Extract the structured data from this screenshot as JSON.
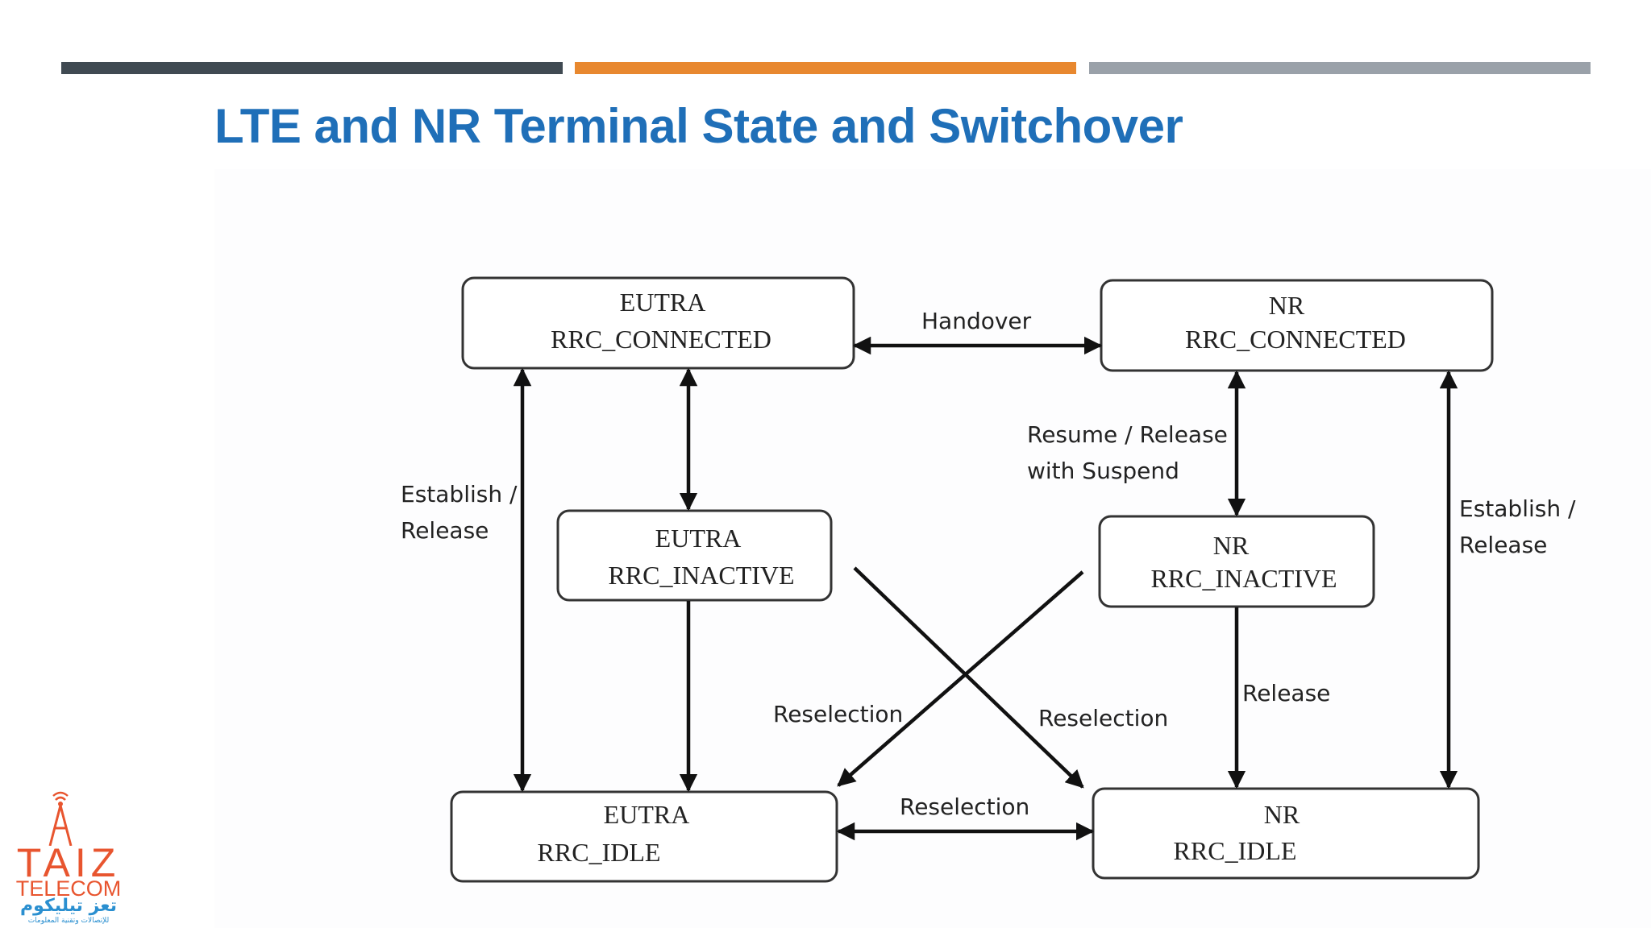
{
  "slide": {
    "title": "LTE and NR Terminal State and Switchover",
    "accent_colors": [
      "#404a52",
      "#e8882f",
      "#9aa1a9"
    ],
    "title_color": "#1f6fb8"
  },
  "diagram": {
    "nodes": {
      "eutra_connected": {
        "line1": "EUTRA",
        "line2": "RRC_CONNECTED"
      },
      "nr_connected": {
        "line1": "NR",
        "line2": "RRC_CONNECTED"
      },
      "eutra_inactive": {
        "line1": "EUTRA",
        "line2": "RRC_INACTIVE"
      },
      "nr_inactive": {
        "line1": "NR",
        "line2": "RRC_INACTIVE"
      },
      "eutra_idle": {
        "line1": "EUTRA",
        "line2": "RRC_IDLE"
      },
      "nr_idle": {
        "line1": "NR",
        "line2": "RRC_IDLE"
      }
    },
    "labels": {
      "handover": "Handover",
      "establish_left_1": "Establish /",
      "establish_left_2": "Release",
      "resume_1": "Resume / Release",
      "resume_2": "with Suspend",
      "establish_right_1": "Establish /",
      "establish_right_2": "Release",
      "reselection_left": "Reselection",
      "reselection_right": "Reselection",
      "release": "Release",
      "reselection_bottom": "Reselection"
    }
  },
  "logo": {
    "word": "TAIZ",
    "sub": "TELECOM",
    "arabic": "تعز تيليكوم",
    "arabic_small": "للإتصالات وتقنية المعلومات"
  }
}
